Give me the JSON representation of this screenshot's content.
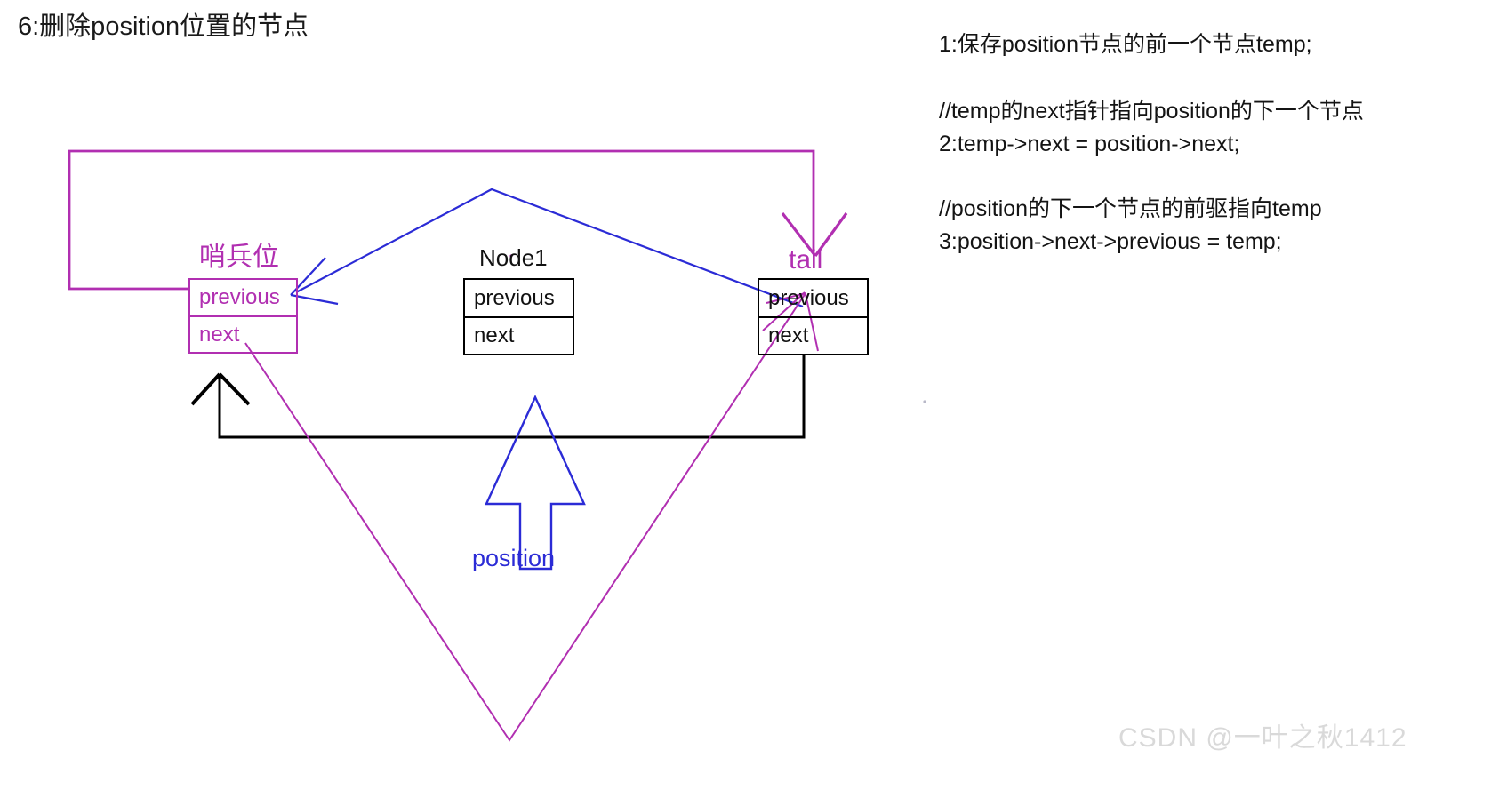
{
  "title": "6:删除position位置的节点",
  "notes": {
    "line1": "1:保存position节点的前一个节点temp;",
    "line2": "//temp的next指针指向position的下一个节点",
    "line3": "2:temp->next = position->next;",
    "line4": "//position的下一个节点的前驱指向temp",
    "line5": "3:position->next->previous = temp;"
  },
  "nodes": {
    "sentinel": {
      "label": "哨兵位",
      "previous": "previous",
      "next": "next",
      "color": "#b12fb1"
    },
    "node1": {
      "label": "Node1",
      "previous": "previous",
      "next": "next",
      "color": "#000000"
    },
    "tail": {
      "label": "tail",
      "previous": "previous",
      "next": "next",
      "color": "#000000",
      "label_color": "#b12fb1"
    }
  },
  "pointers": {
    "position": "position"
  },
  "colors": {
    "purple": "#b12fb1",
    "blue": "#2b2bd6",
    "black": "#000000",
    "background": "#ffffff",
    "watermark": "#d9d9d9"
  },
  "watermark": "CSDN @一叶之秋1412",
  "chart_data": {
    "type": "diagram",
    "description": "Doubly linked list node deletion diagram with sentinel, Node1 and tail nodes",
    "nodes": [
      "哨兵位",
      "Node1",
      "tail"
    ],
    "edges": [
      {
        "from": "哨兵位.previous",
        "to": "tail",
        "color": "#b12fb1",
        "style": "orthogonal-top-loop"
      },
      {
        "from": "哨兵位.previous",
        "to": "tail.previous",
        "color": "#2b2bd6",
        "style": "inverted-v"
      },
      {
        "from": "tail.next",
        "to": "哨兵位.next",
        "color": "#000000",
        "style": "orthogonal-bottom"
      },
      {
        "from": "哨兵位.next",
        "to": "tail.previous",
        "color": "#b12fb1",
        "style": "deep-v"
      },
      {
        "from": "position",
        "to": "Node1",
        "color": "#2b2bd6",
        "style": "hollow-block-arrow"
      }
    ]
  }
}
